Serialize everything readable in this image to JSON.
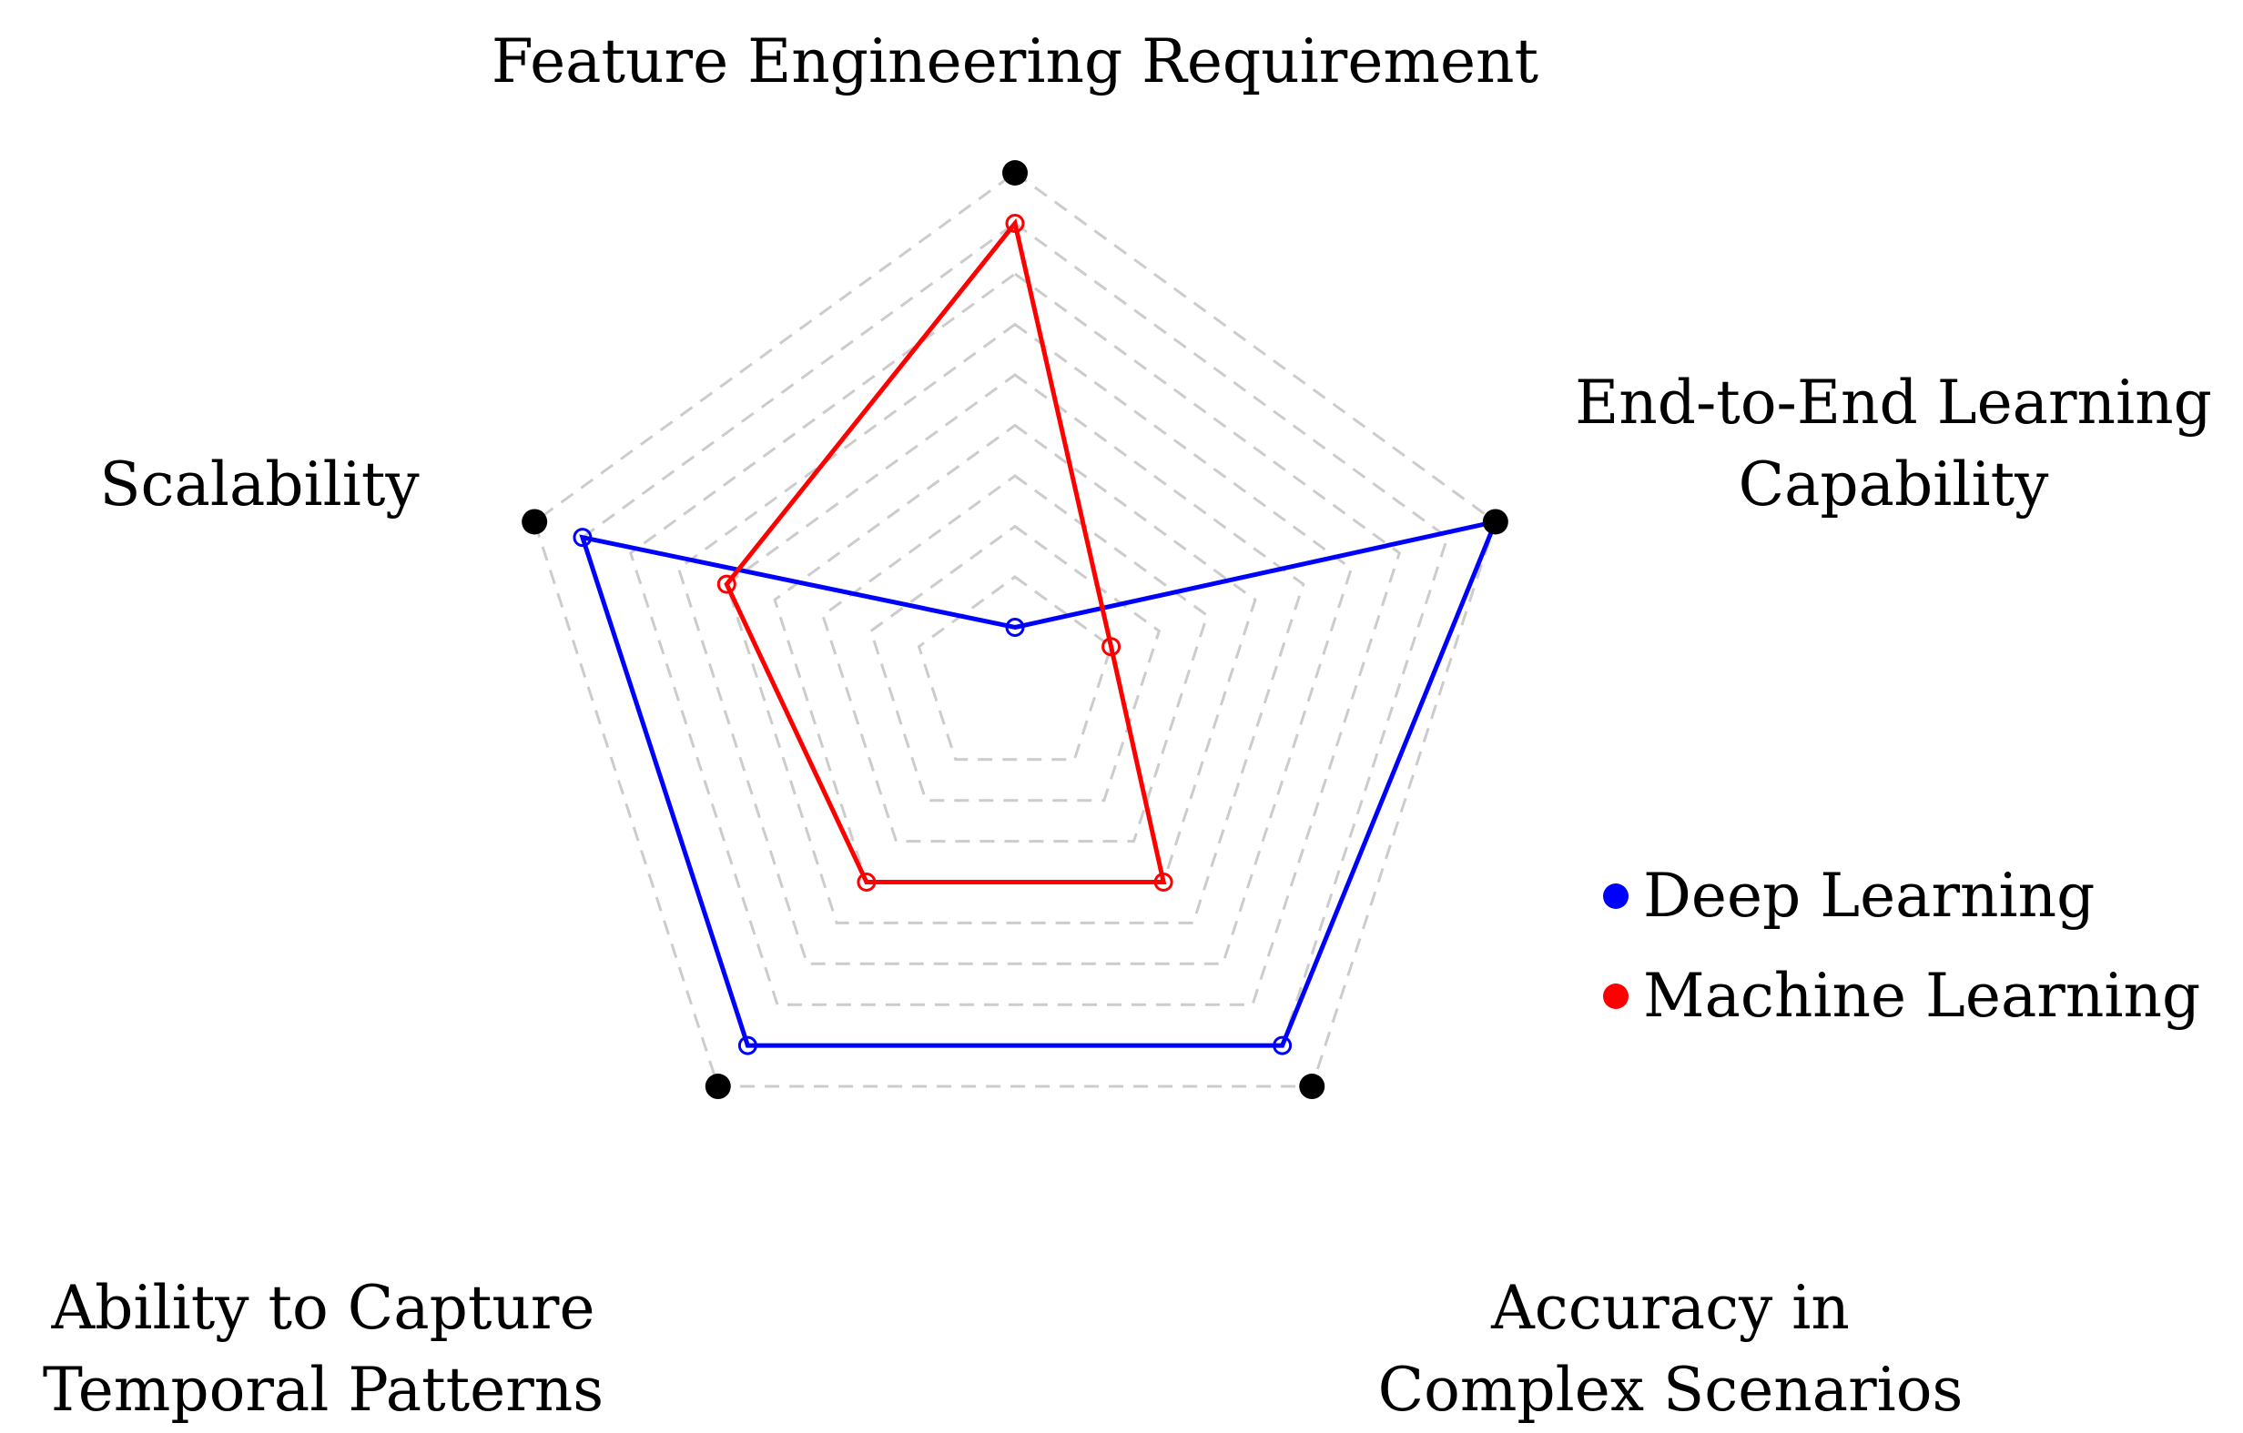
{
  "chart_data": {
    "type": "radar",
    "axes": [
      {
        "lines": [
          "Feature Engineering Requirement"
        ]
      },
      {
        "lines": [
          "End-to-End Learning",
          "Capability"
        ]
      },
      {
        "lines": [
          "Accuracy in",
          "Complex Scenarios"
        ]
      },
      {
        "lines": [
          "Ability to Capture",
          "Temporal Patterns"
        ]
      },
      {
        "lines": [
          "Scalability"
        ]
      }
    ],
    "rlim": [
      0,
      10
    ],
    "grid_levels": [
      2,
      3,
      4,
      5,
      6,
      7,
      8,
      9,
      10
    ],
    "grid_color": "#cccccc",
    "series": [
      {
        "name": "Deep Learning",
        "color": "#0000ff",
        "values": [
          1,
          10,
          9,
          9,
          9
        ]
      },
      {
        "name": "Machine Learning",
        "color": "#ff0000",
        "values": [
          9,
          2,
          5,
          5,
          6
        ]
      }
    ],
    "legend_placement": "right"
  }
}
